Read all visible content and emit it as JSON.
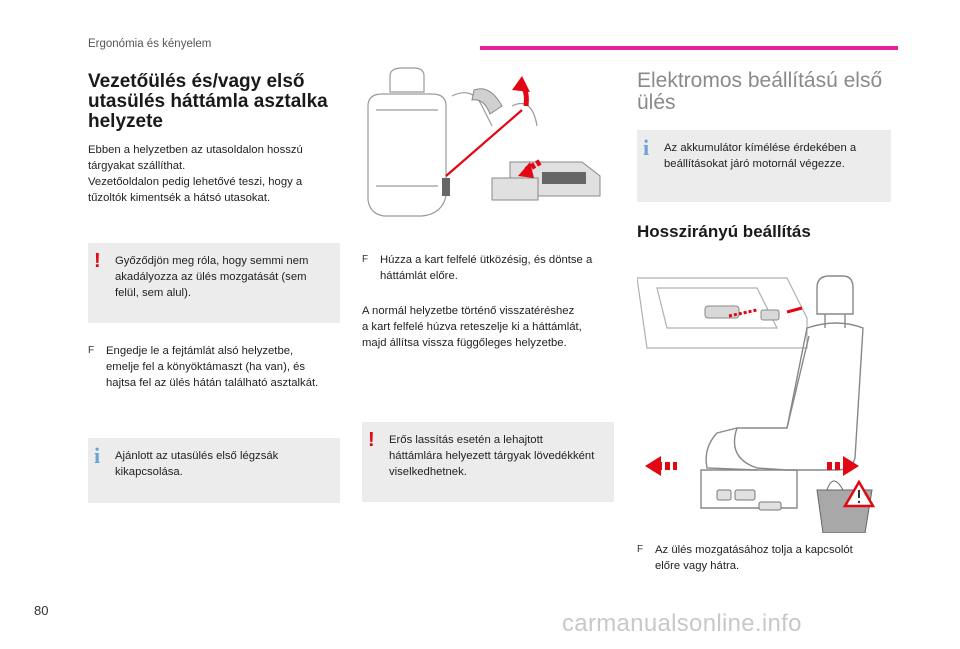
{
  "header": {
    "section": "Ergonómia és kényelem",
    "accent_color": "#e91e9a"
  },
  "col1": {
    "title": "Vezetőülés és/vagy első utasülés háttámla asztalka helyzete",
    "intro": [
      "Ebben a helyzetben az utasoldalon hosszú",
      "tárgyakat szállíthat.",
      "Vezetőoldalon pedig lehetővé teszi, hogy a",
      "tűzoltók kimentsék a hátsó utasokat."
    ],
    "warning": {
      "icon": "!",
      "lines": [
        "Győződjön meg róla, hogy semmi nem",
        "akadályozza az ülés mozgatását (sem",
        "felül, sem alul)."
      ]
    },
    "step": {
      "symbol": "F",
      "lines": [
        "Engedje le a fejtámlát alsó helyzetbe,",
        "emelje fel a könyöktámaszt (ha van), és",
        "hajtsa fel az ülés hátán található asztalkát."
      ]
    },
    "info": {
      "icon": "i",
      "lines": [
        "Ajánlott az utasülés első légzsák",
        "kikapcsolása."
      ]
    }
  },
  "col2": {
    "step": {
      "symbol": "F",
      "lines": [
        "Húzza a kart felfelé ütközésig, és döntse a",
        "háttámlát előre."
      ]
    },
    "para": [
      "A normál helyzetbe történő visszatéréshez",
      "a kart felfelé húzva reteszelje ki a háttámlát,",
      "majd állítsa vissza függőleges helyzetbe."
    ],
    "warning": {
      "icon": "!",
      "lines": [
        "Erős lassítás esetén a lehajtott",
        "háttámlára helyezett tárgyak lövedékként",
        "viselkedhetnek."
      ]
    }
  },
  "col3": {
    "title": "Elektromos beállítású első ülés",
    "info": {
      "icon": "i",
      "lines": [
        "Az akkumulátor kímélése érdekében a",
        "beállításokat járó motornál végezze."
      ]
    },
    "subtitle": "Hosszirányú beállítás",
    "step": {
      "symbol": "F",
      "lines": [
        "Az ülés mozgatásához tolja a kapcsolót",
        "előre vagy hátra."
      ]
    }
  },
  "footer": {
    "page": "80",
    "watermark": "carmanualsonline.info"
  }
}
